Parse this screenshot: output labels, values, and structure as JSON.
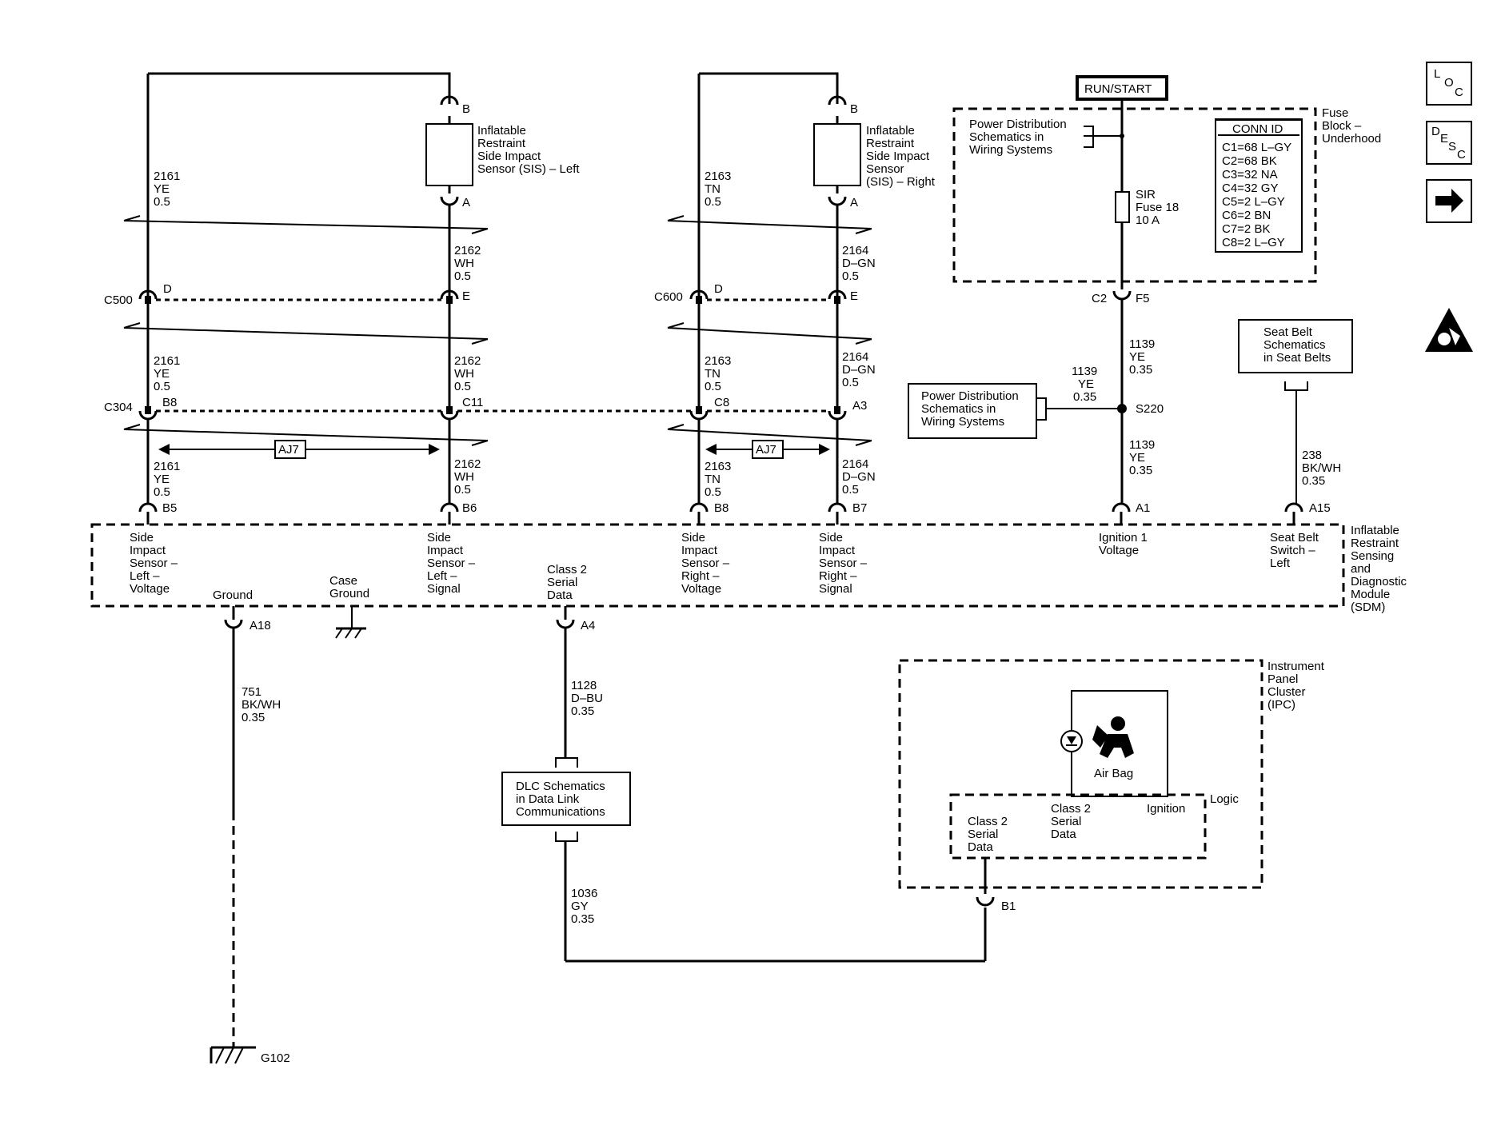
{
  "nav_icons": {
    "loc": [
      "L",
      "O",
      "C"
    ],
    "desc": [
      "D",
      "E",
      "S",
      "C"
    ],
    "next": "arrow-right-icon",
    "srs": "airbag-warning-icon"
  },
  "run_start": "RUN/START",
  "fuse_block": {
    "label": [
      "Fuse",
      "Block –",
      "Underhood"
    ],
    "power_ref": [
      "Power Distribution",
      "Schematics in",
      "Wiring Systems"
    ],
    "fuse": [
      "SIR",
      "Fuse 18",
      "10 A"
    ],
    "conn_title": "CONN ID",
    "conn_ids": [
      "C1=68 L–GY",
      "C2=68 BK",
      "C3=32 NA",
      "C4=32 GY",
      "C5=2 L–GY",
      "C6=2 BN",
      "C7=2 BK",
      "C8=2 L–GY"
    ],
    "c2": "C2",
    "f5": "F5"
  },
  "left_sensor": {
    "label": [
      "Inflatable",
      "Restraint",
      "Side Impact",
      "Sensor (SIS) – Left"
    ],
    "pin_b": "B",
    "pin_a": "A",
    "wire_2161": [
      "2161",
      "YE",
      "0.5"
    ],
    "wire_2162": [
      "2162",
      "WH",
      "0.5"
    ]
  },
  "right_sensor": {
    "label": [
      "Inflatable",
      "Restraint",
      "Side Impact",
      "Sensor",
      "(SIS) – Right"
    ],
    "pin_b": "B",
    "pin_a": "A",
    "wire_2163": [
      "2163",
      "TN",
      "0.5"
    ],
    "wire_2164": [
      "2164",
      "D–GN",
      "0.5"
    ]
  },
  "connectors": {
    "c500": "C500",
    "c500_d": "D",
    "c500_e": "E",
    "c600": "C600",
    "c600_d": "D",
    "c600_e": "E",
    "c304": "C304",
    "b8": "B8",
    "c11": "C11",
    "c8": "C8",
    "a3": "A3"
  },
  "aj7": "AJ7",
  "sdm_pins": {
    "b5": "B5",
    "b6": "B6",
    "b8": "B8",
    "b7": "B7",
    "a1": "A1",
    "a15": "A15",
    "a18": "A18",
    "a4": "A4"
  },
  "ignition": {
    "wire_1139": [
      "1139",
      "YE",
      "0.35"
    ],
    "splice": "S220",
    "power_ref": [
      "Power Distribution",
      "Schematics in",
      "Wiring Systems"
    ]
  },
  "seatbelt": {
    "ref": [
      "Seat Belt",
      "Schematics",
      "in Seat Belts"
    ],
    "wire_238": [
      "238",
      "BK/WH",
      "0.35"
    ]
  },
  "sdm": {
    "label": [
      "Inflatable",
      "Restraint",
      "Sensing",
      "and",
      "Diagnostic",
      "Module",
      "(SDM)"
    ],
    "side_left_voltage": [
      "Side",
      "Impact",
      "Sensor –",
      "Left –",
      "Voltage"
    ],
    "side_left_signal": [
      "Side",
      "Impact",
      "Sensor –",
      "Left –",
      "Signal"
    ],
    "side_right_voltage": [
      "Side",
      "Impact",
      "Sensor –",
      "Right –",
      "Voltage"
    ],
    "side_right_signal": [
      "Side",
      "Impact",
      "Sensor –",
      "Right –",
      "Signal"
    ],
    "ignition_voltage": [
      "Ignition 1",
      "Voltage"
    ],
    "seatbelt_switch": [
      "Seat Belt",
      "Switch –",
      "Left"
    ],
    "ground": "Ground",
    "case_ground": [
      "Case",
      "Ground"
    ],
    "class2": [
      "Class 2",
      "Serial",
      "Data"
    ]
  },
  "ground_wire": {
    "wire_751": [
      "751",
      "BK/WH",
      "0.35"
    ],
    "g102": "G102"
  },
  "data_wire": {
    "wire_1128": [
      "1128",
      "D–BU",
      "0.35"
    ],
    "dlc": [
      "DLC Schematics",
      "in Data Link",
      "Communications"
    ],
    "wire_1036": [
      "1036",
      "GY",
      "0.35"
    ]
  },
  "ipc": {
    "label": [
      "Instrument",
      "Panel",
      "Cluster",
      "(IPC)"
    ],
    "airbag": "Air Bag",
    "logic": "Logic",
    "class2_a": [
      "Class 2",
      "Serial",
      "Data"
    ],
    "class2_b": [
      "Class 2",
      "Serial",
      "Data"
    ],
    "ignition": "Ignition",
    "b1": "B1"
  }
}
